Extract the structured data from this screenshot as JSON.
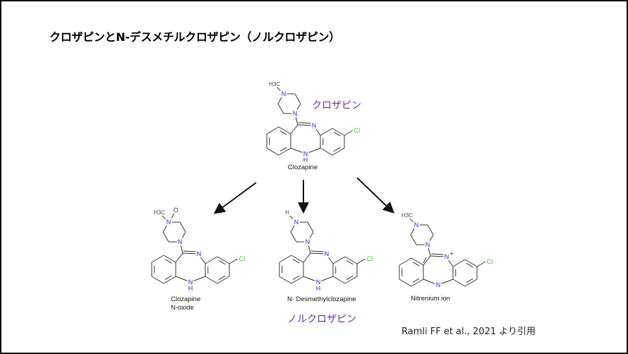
{
  "title": "クロザピンとN-デスメチルクロザピン（ノルクロザピン）",
  "labels": {
    "clozapine_jp": "クロザピン",
    "norclozapine_jp": "ノルクロザピン"
  },
  "citation": "Ramli FF et al., 2021 より引用",
  "colors": {
    "nitrogen": "#2222dd",
    "chlorine": "#33cc33",
    "japanese_label": "#7030a0",
    "bond": "#333333"
  },
  "molecules": [
    {
      "id": "clozapine",
      "name_lines": [
        "Clozapine"
      ],
      "atoms": {
        "top_sub": "H3C",
        "n_top": "N",
        "n_pip": "N",
        "n_imine": "N",
        "n_bridge": "N",
        "h_bridge": "H",
        "cl": "Cl"
      }
    },
    {
      "id": "clozapine-n-oxide",
      "name_lines": [
        "Clozapine",
        "N-oxide"
      ],
      "atoms": {
        "top_sub": "H3C",
        "oxide": "O",
        "n_top": "N",
        "n_pip": "N",
        "n_imine": "N",
        "n_bridge": "N",
        "h_bridge": "H",
        "cl": "Cl"
      }
    },
    {
      "id": "n-desmethylclozapine",
      "name_lines": [
        "N- Desmethylclozapine"
      ],
      "atoms": {
        "top_sub": "H",
        "n_top": "N",
        "n_pip": "N",
        "n_imine": "N",
        "n_bridge": "N",
        "h_bridge": "H",
        "cl": "Cl"
      }
    },
    {
      "id": "nitrenium-ion",
      "name_lines": [
        "Nitrenium ion"
      ],
      "atoms": {
        "top_sub": "H3C",
        "n_top": "N",
        "n_pip": "N",
        "n_imine": "N",
        "charge": "+",
        "n_bridge": "N",
        "cl": "Cl"
      }
    }
  ]
}
